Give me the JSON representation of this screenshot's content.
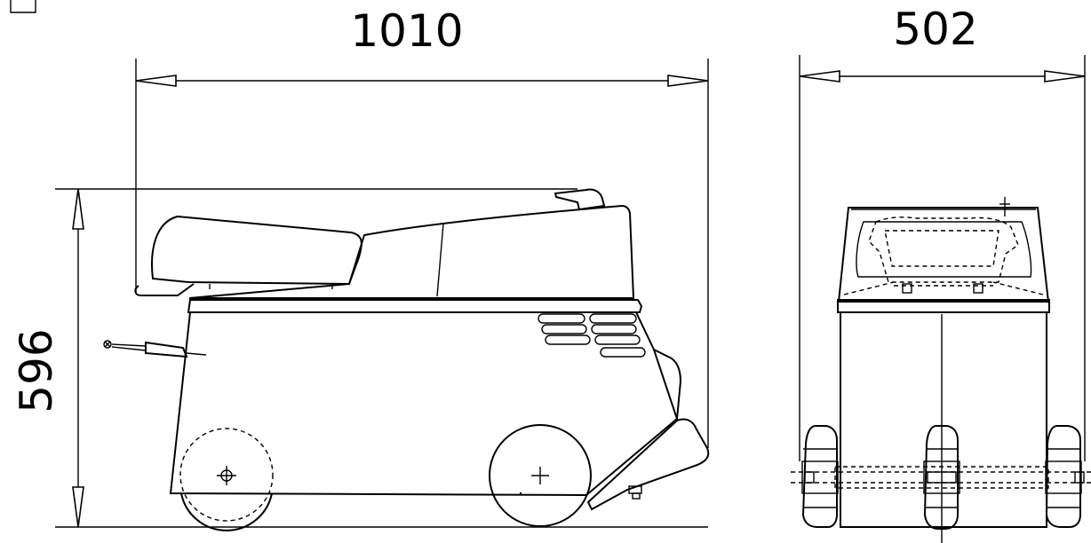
{
  "dimensions": {
    "length": "1010",
    "width": "502",
    "height": "596"
  }
}
